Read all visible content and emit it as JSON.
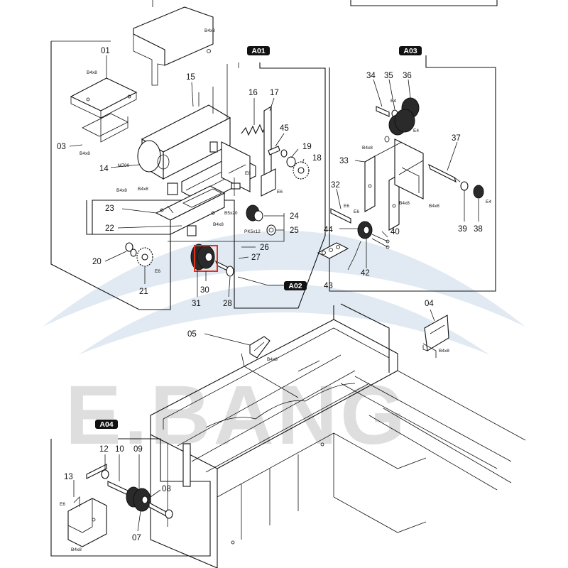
{
  "watermark": {
    "text": "E.BANG"
  },
  "sections": {
    "a01": "A01",
    "a02": "A02",
    "a03": "A03",
    "a04": "A04"
  },
  "parts": {
    "p01": "01",
    "p03": "03",
    "p04": "04",
    "p05": "05",
    "p07": "07",
    "p08": "08",
    "p09": "09",
    "p10": "10",
    "p12": "12",
    "p13": "13",
    "p14": "14",
    "p15": "15",
    "p16": "16",
    "p17": "17",
    "p18": "18",
    "p19": "19",
    "p20": "20",
    "p21": "21",
    "p22": "22",
    "p23": "23",
    "p24": "24",
    "p25": "25",
    "p26": "26",
    "p27": "27",
    "p28": "28",
    "p30": "30",
    "p31": "31",
    "p32": "32",
    "p33": "33",
    "p34": "34",
    "p35": "35",
    "p36": "36",
    "p37": "37",
    "p38": "38",
    "p39": "39",
    "p40": "40",
    "p42": "42",
    "p43": "43",
    "p44": "44",
    "p45": "45",
    "m700": "M700"
  },
  "fasteners": {
    "b4x8": "B4x8",
    "e6": "E6",
    "e4": "E4",
    "b5x20": "B5x20",
    "pk5x12": "PK5x12"
  },
  "colors": {
    "highlight": "#e0301e",
    "watermark_arc": "#c9d9ea"
  }
}
